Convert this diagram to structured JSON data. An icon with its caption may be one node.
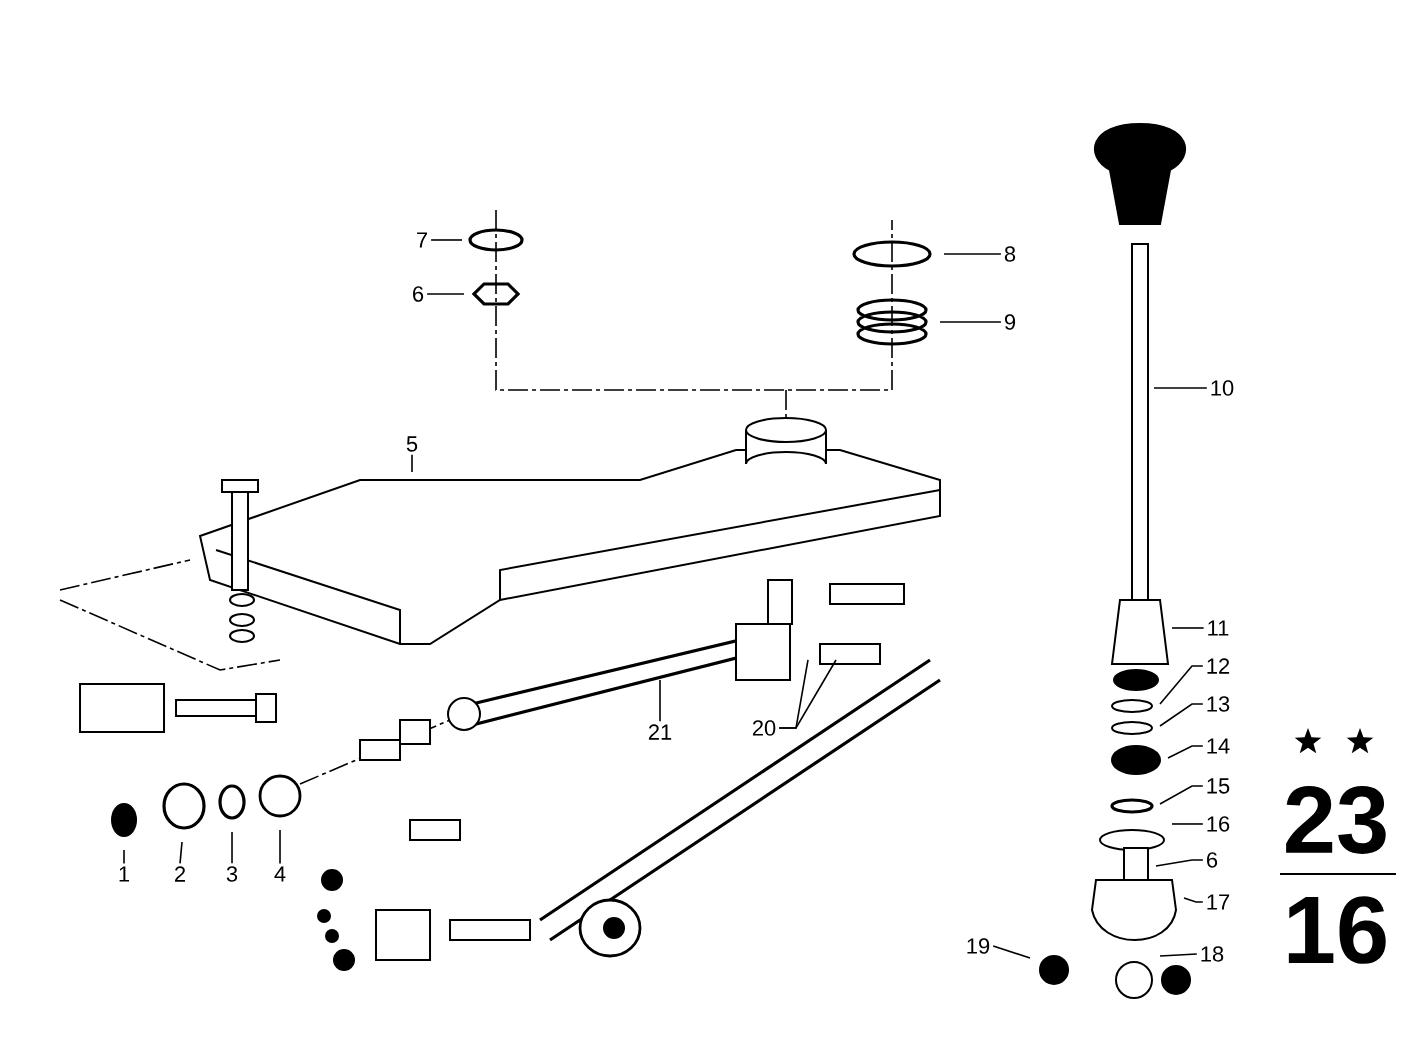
{
  "diagram": {
    "nodes": [
      {
        "text": [
          "1"
        ]
      },
      {
        "text": [
          "2"
        ]
      },
      {
        "text": [
          "3"
        ]
      },
      {
        "text": [
          "4"
        ]
      },
      {
        "text": [
          "5"
        ]
      },
      {
        "text": [
          "6"
        ]
      },
      {
        "text": [
          "7"
        ]
      },
      {
        "text": [
          "8"
        ]
      },
      {
        "text": [
          "9"
        ]
      },
      {
        "text": [
          "10"
        ]
      },
      {
        "text": [
          "11"
        ]
      },
      {
        "text": [
          "12"
        ]
      },
      {
        "text": [
          "13"
        ]
      },
      {
        "text": [
          "14"
        ]
      },
      {
        "text": [
          "15"
        ]
      },
      {
        "text": [
          "16"
        ]
      },
      {
        "text": [
          "6"
        ]
      },
      {
        "text": [
          "17"
        ]
      },
      {
        "text": [
          "18"
        ]
      },
      {
        "text": [
          "19"
        ]
      },
      {
        "text": [
          "20"
        ]
      },
      {
        "text": [
          "21"
        ]
      }
    ],
    "edges": [
      {
        "from": 0,
        "to": null,
        "arrow": "none"
      },
      {
        "from": 1,
        "to": null,
        "arrow": "none"
      },
      {
        "from": 2,
        "to": null,
        "arrow": "none"
      },
      {
        "from": 3,
        "to": null,
        "arrow": "none"
      },
      {
        "from": 4,
        "to": null,
        "arrow": "none"
      },
      {
        "from": 5,
        "to": null,
        "arrow": "none"
      },
      {
        "from": 6,
        "to": null,
        "arrow": "none"
      },
      {
        "from": 7,
        "to": null,
        "arrow": "none"
      },
      {
        "from": 8,
        "to": null,
        "arrow": "none"
      },
      {
        "from": 9,
        "to": null,
        "arrow": "none"
      },
      {
        "from": 10,
        "to": null,
        "arrow": "none"
      },
      {
        "from": 11,
        "to": null,
        "arrow": "none"
      },
      {
        "from": 12,
        "to": null,
        "arrow": "none"
      },
      {
        "from": 13,
        "to": null,
        "arrow": "none"
      },
      {
        "from": 14,
        "to": null,
        "arrow": "none"
      },
      {
        "from": 15,
        "to": null,
        "arrow": "none"
      },
      {
        "from": 16,
        "to": null,
        "arrow": "none"
      },
      {
        "from": 17,
        "to": null,
        "arrow": "none"
      },
      {
        "from": 18,
        "to": null,
        "arrow": "none"
      },
      {
        "from": 19,
        "to": null,
        "arrow": "none"
      },
      {
        "from": 20,
        "to": null,
        "arrow": "none"
      },
      {
        "from": 20,
        "to": null,
        "arrow": "none"
      },
      {
        "from": 21,
        "to": null,
        "arrow": "none"
      }
    ],
    "labels": [
      "23",
      "16"
    ]
  }
}
